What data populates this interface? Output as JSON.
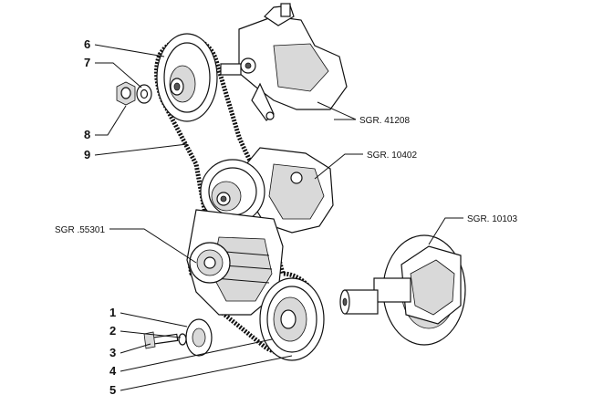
{
  "callouts": {
    "n1": "1",
    "n2": "2",
    "n3": "3",
    "n4": "4",
    "n5": "5",
    "n6": "6",
    "n7": "7",
    "n8": "8",
    "n9": "9"
  },
  "references": {
    "pump": "SGR. 41208",
    "water_pump": "SGR. 10402",
    "alternator": "SGR .55301",
    "crankshaft": "SGR. 10103"
  }
}
